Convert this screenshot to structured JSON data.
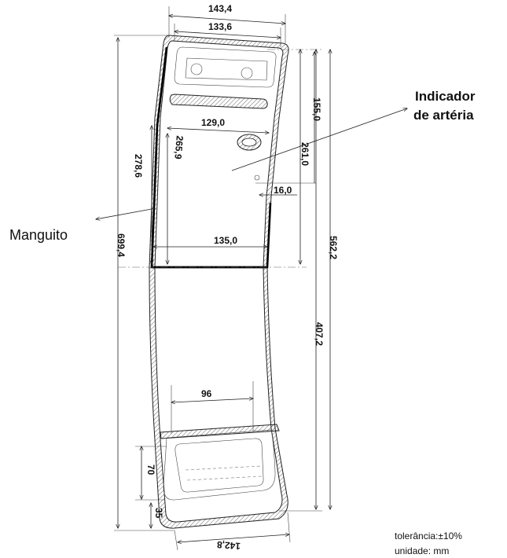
{
  "labels": {
    "cuff": "Manguito",
    "artery_indicator_line1": "Indicador",
    "artery_indicator_line2": "de artéria"
  },
  "dimensions": {
    "top_outer_width": "143,4",
    "top_inner_width": "133,6",
    "upper_width": "129,0",
    "lower_cuff_width": "135,0",
    "window_width": "96",
    "bottom_width": "142,8",
    "cuff_height": "278,6",
    "inner_height": "265,9",
    "total_height": "699,4",
    "indicator_height": "155,0",
    "indicator_to_edge_height": "261,0",
    "indicator_offset": "16,0",
    "right_total_height": "562,2",
    "lower_height": "407,2",
    "window_height": "70",
    "bottom_gap": "35"
  },
  "notes": {
    "tolerance": "tolerância:±10%",
    "unit": "unidade: mm"
  }
}
